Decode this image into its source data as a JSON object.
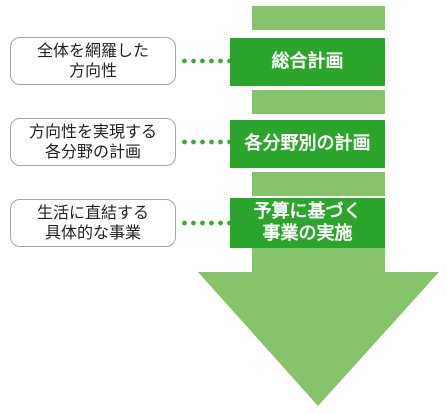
{
  "colors": {
    "arrow_light": "#86c46c",
    "band_green": "#2ba52c",
    "dot_green": "#3aaa36",
    "box_border": "#a7a7a7"
  },
  "levels": [
    {
      "description": "全体を網羅した\n方向性",
      "plan": "総合計画"
    },
    {
      "description": "方向性を実現する\n各分野の計画",
      "plan": "各分野別の計画"
    },
    {
      "description": "生活に直結する\n具体的な事業",
      "plan": "予算に基づく\n事業の実施"
    }
  ]
}
